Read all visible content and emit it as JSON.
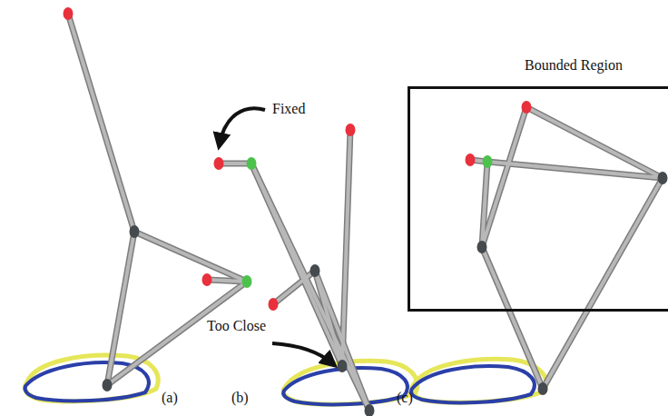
{
  "diagram": {
    "nodes": [
      {
        "text": [
          "Bounded Region"
        ]
      }
    ],
    "labels": [
      "Fixed",
      "Too Close",
      "(a)",
      "(b)",
      "(c)"
    ]
  }
}
